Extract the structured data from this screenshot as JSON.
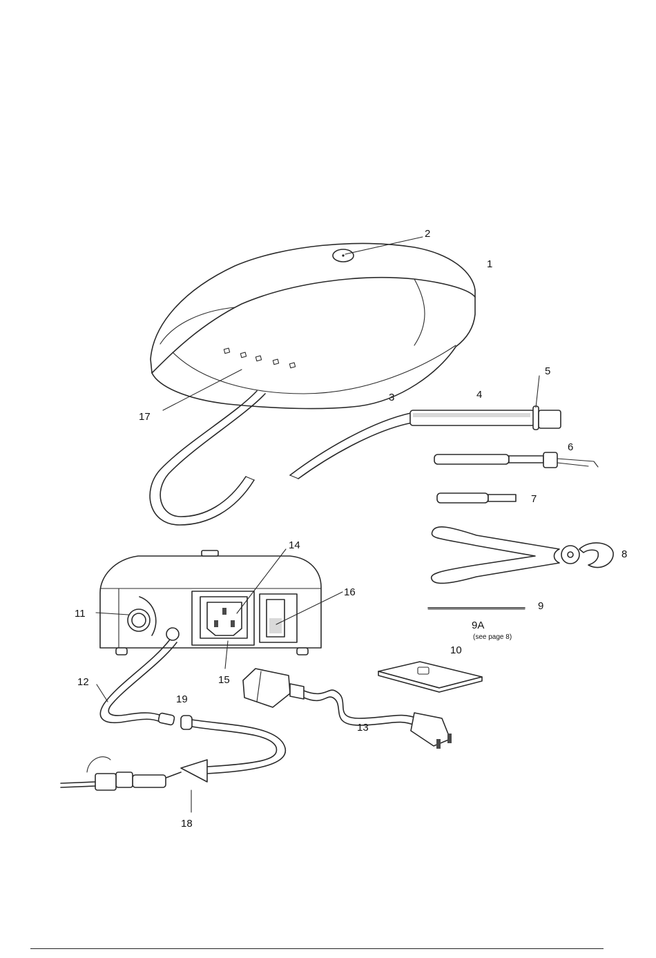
{
  "callouts": [
    {
      "id": "1",
      "text": "1"
    },
    {
      "id": "2",
      "text": "2"
    },
    {
      "id": "3",
      "text": "3"
    },
    {
      "id": "4",
      "text": "4"
    },
    {
      "id": "5",
      "text": "5"
    },
    {
      "id": "6",
      "text": "6"
    },
    {
      "id": "7",
      "text": "7"
    },
    {
      "id": "8",
      "text": "8"
    },
    {
      "id": "9",
      "text": "9"
    },
    {
      "id": "9A",
      "text": "9A"
    },
    {
      "id": "10",
      "text": "10"
    },
    {
      "id": "11",
      "text": "11"
    },
    {
      "id": "12",
      "text": "12"
    },
    {
      "id": "13",
      "text": "13"
    },
    {
      "id": "14",
      "text": "14"
    },
    {
      "id": "15",
      "text": "15"
    },
    {
      "id": "16",
      "text": "16"
    },
    {
      "id": "17",
      "text": "17"
    },
    {
      "id": "18",
      "text": "18"
    },
    {
      "id": "19",
      "text": "19"
    }
  ],
  "notes": {
    "see_page": "(see page 8)"
  }
}
